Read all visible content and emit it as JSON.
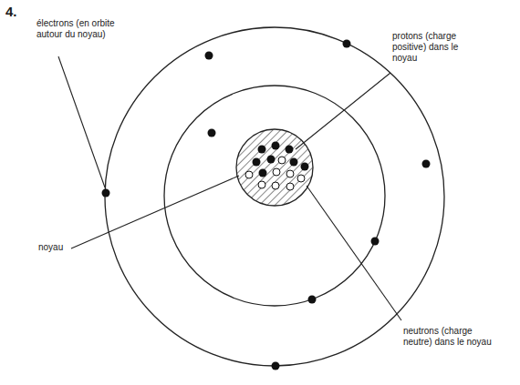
{
  "diagram": {
    "labels": [
      "4.",
      "électrons (en orbite autour du noyau)",
      "protons (charge positive) dans le noyau",
      "noyau",
      "neutrons (charge neutre) dans le noyau"
    ]
  }
}
